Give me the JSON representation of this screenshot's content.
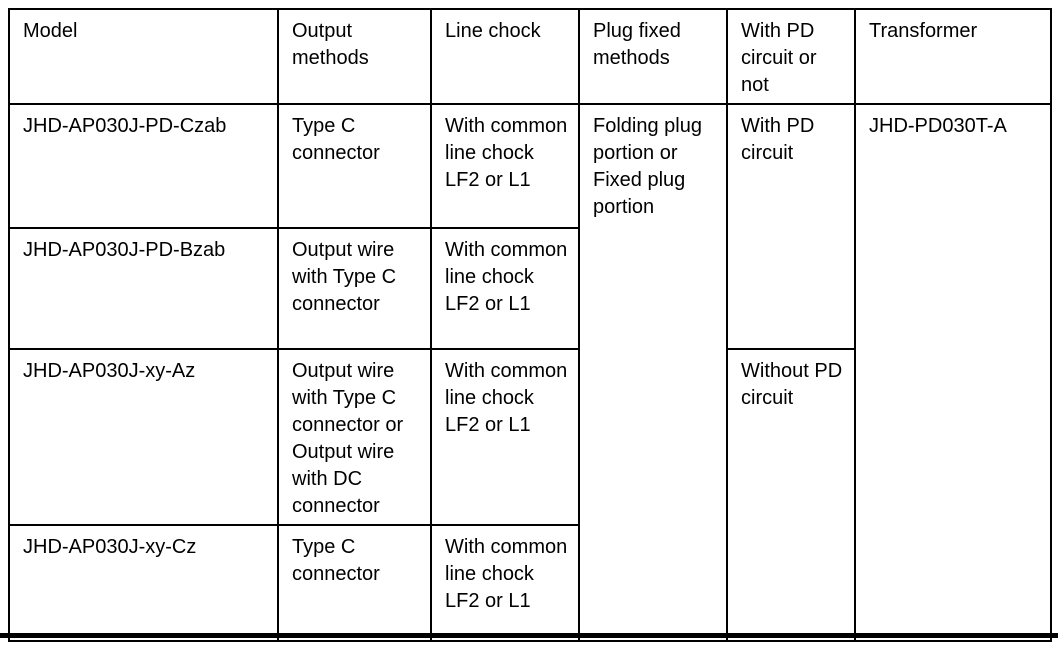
{
  "table": {
    "headers": [
      "Model",
      "Output methods",
      "Line chock",
      "Plug fixed methods",
      "With PD circuit or not",
      "Transformer"
    ],
    "rows": [
      {
        "model": "JHD-AP030J-PD-Czab",
        "output_method": "Type C connector",
        "line_chock": "With common line chock LF2 or L1"
      },
      {
        "model": "JHD-AP030J-PD-Bzab",
        "output_method": "Output wire with Type C connector",
        "line_chock": "With common line chock LF2 or L1"
      },
      {
        "model": "JHD-AP030J-xy-Az",
        "output_method": "Output wire with Type C connector or Output wire with DC connector",
        "line_chock": "With common line chock LF2 or L1"
      },
      {
        "model": "JHD-AP030J-xy-Cz",
        "output_method": "Type C connector",
        "line_chock": "With common line chock LF2 or L1"
      }
    ],
    "merged": {
      "plug_fixed_methods": "Folding plug portion or Fixed plug portion",
      "pd_with": "With PD circuit",
      "pd_without": "Without PD circuit",
      "transformer": "JHD-PD030T-A"
    }
  },
  "colors": {
    "border": "#000000",
    "text": "#000000",
    "background": "#ffffff"
  }
}
